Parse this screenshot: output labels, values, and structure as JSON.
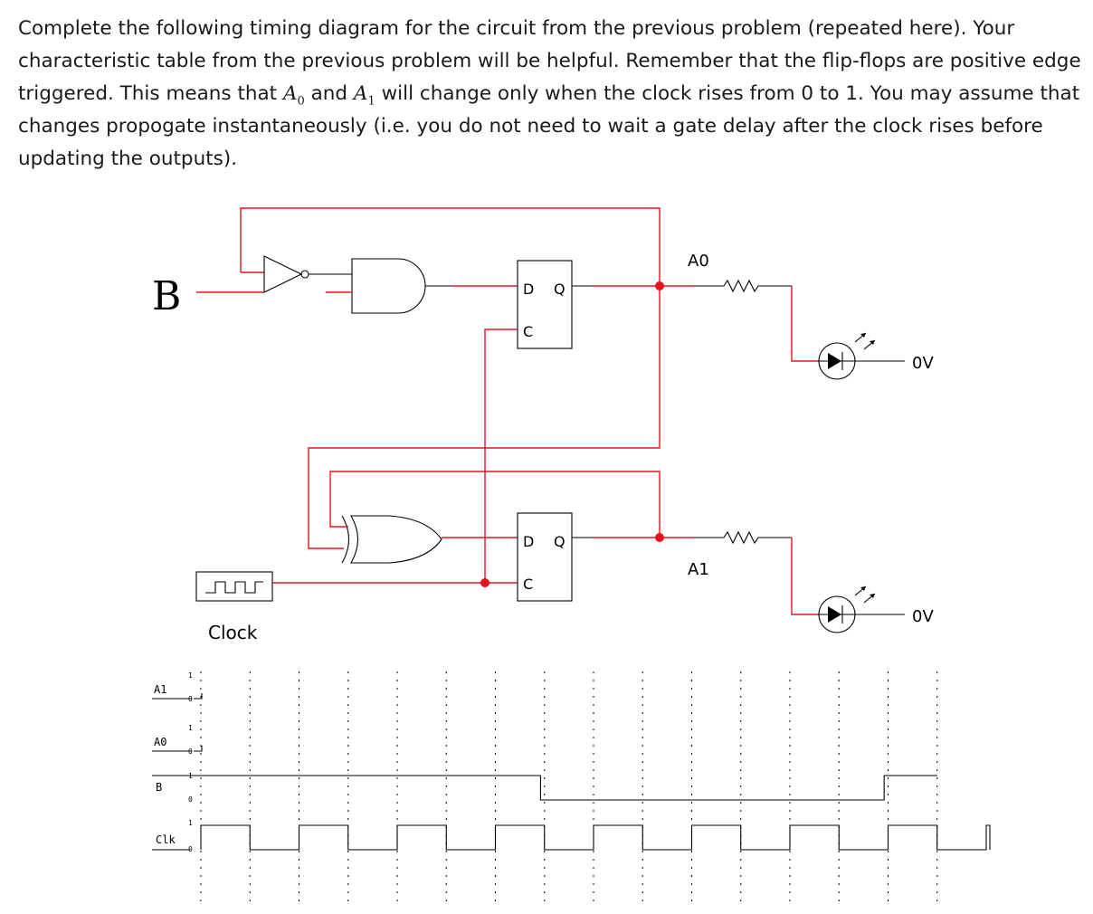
{
  "problem": {
    "part1": "Complete the following timing diagram for the circuit from the previous problem (repeated here). Your characteristic table from the previous problem will be helpful. Remember that the flip-flops are positive edge triggered. This means that",
    "sym_a0_base": "A",
    "sym_a0_sub": "0",
    "part2": "and",
    "sym_a1_base": "A",
    "sym_a1_sub": "1",
    "part3": "will change only when the clock rises from 0 to 1. You may assume that changes propogate instantaneously (i.e. you do not need to wait a gate delay after the clock rises before updating the outputs)."
  },
  "circuit": {
    "input_label": "B",
    "clock_label": "Clock",
    "ff_top": {
      "d": "D",
      "q": "Q",
      "c": "C"
    },
    "ff_bottom": {
      "d": "D",
      "q": "Q",
      "c": "C"
    },
    "output_a0_label": "A0",
    "output_a1_label": "A1",
    "led_a0_label": "0V",
    "led_a1_label": "0V",
    "wire_color": "#e8141c",
    "node_color": "#e8141c"
  },
  "timing": {
    "signals": [
      {
        "name": "A1",
        "hi": "1",
        "lo": "0"
      },
      {
        "name": "A0",
        "hi": "1",
        "lo": "0"
      },
      {
        "name": "B",
        "hi": "1",
        "lo": "0"
      },
      {
        "name": "Clk",
        "hi": "1",
        "lo": "0"
      }
    ],
    "b_levels": [
      1,
      1,
      1,
      1,
      1,
      1,
      1,
      0,
      0,
      0,
      0,
      0,
      0,
      0,
      1,
      1,
      1
    ],
    "clock_cycles": 8
  }
}
